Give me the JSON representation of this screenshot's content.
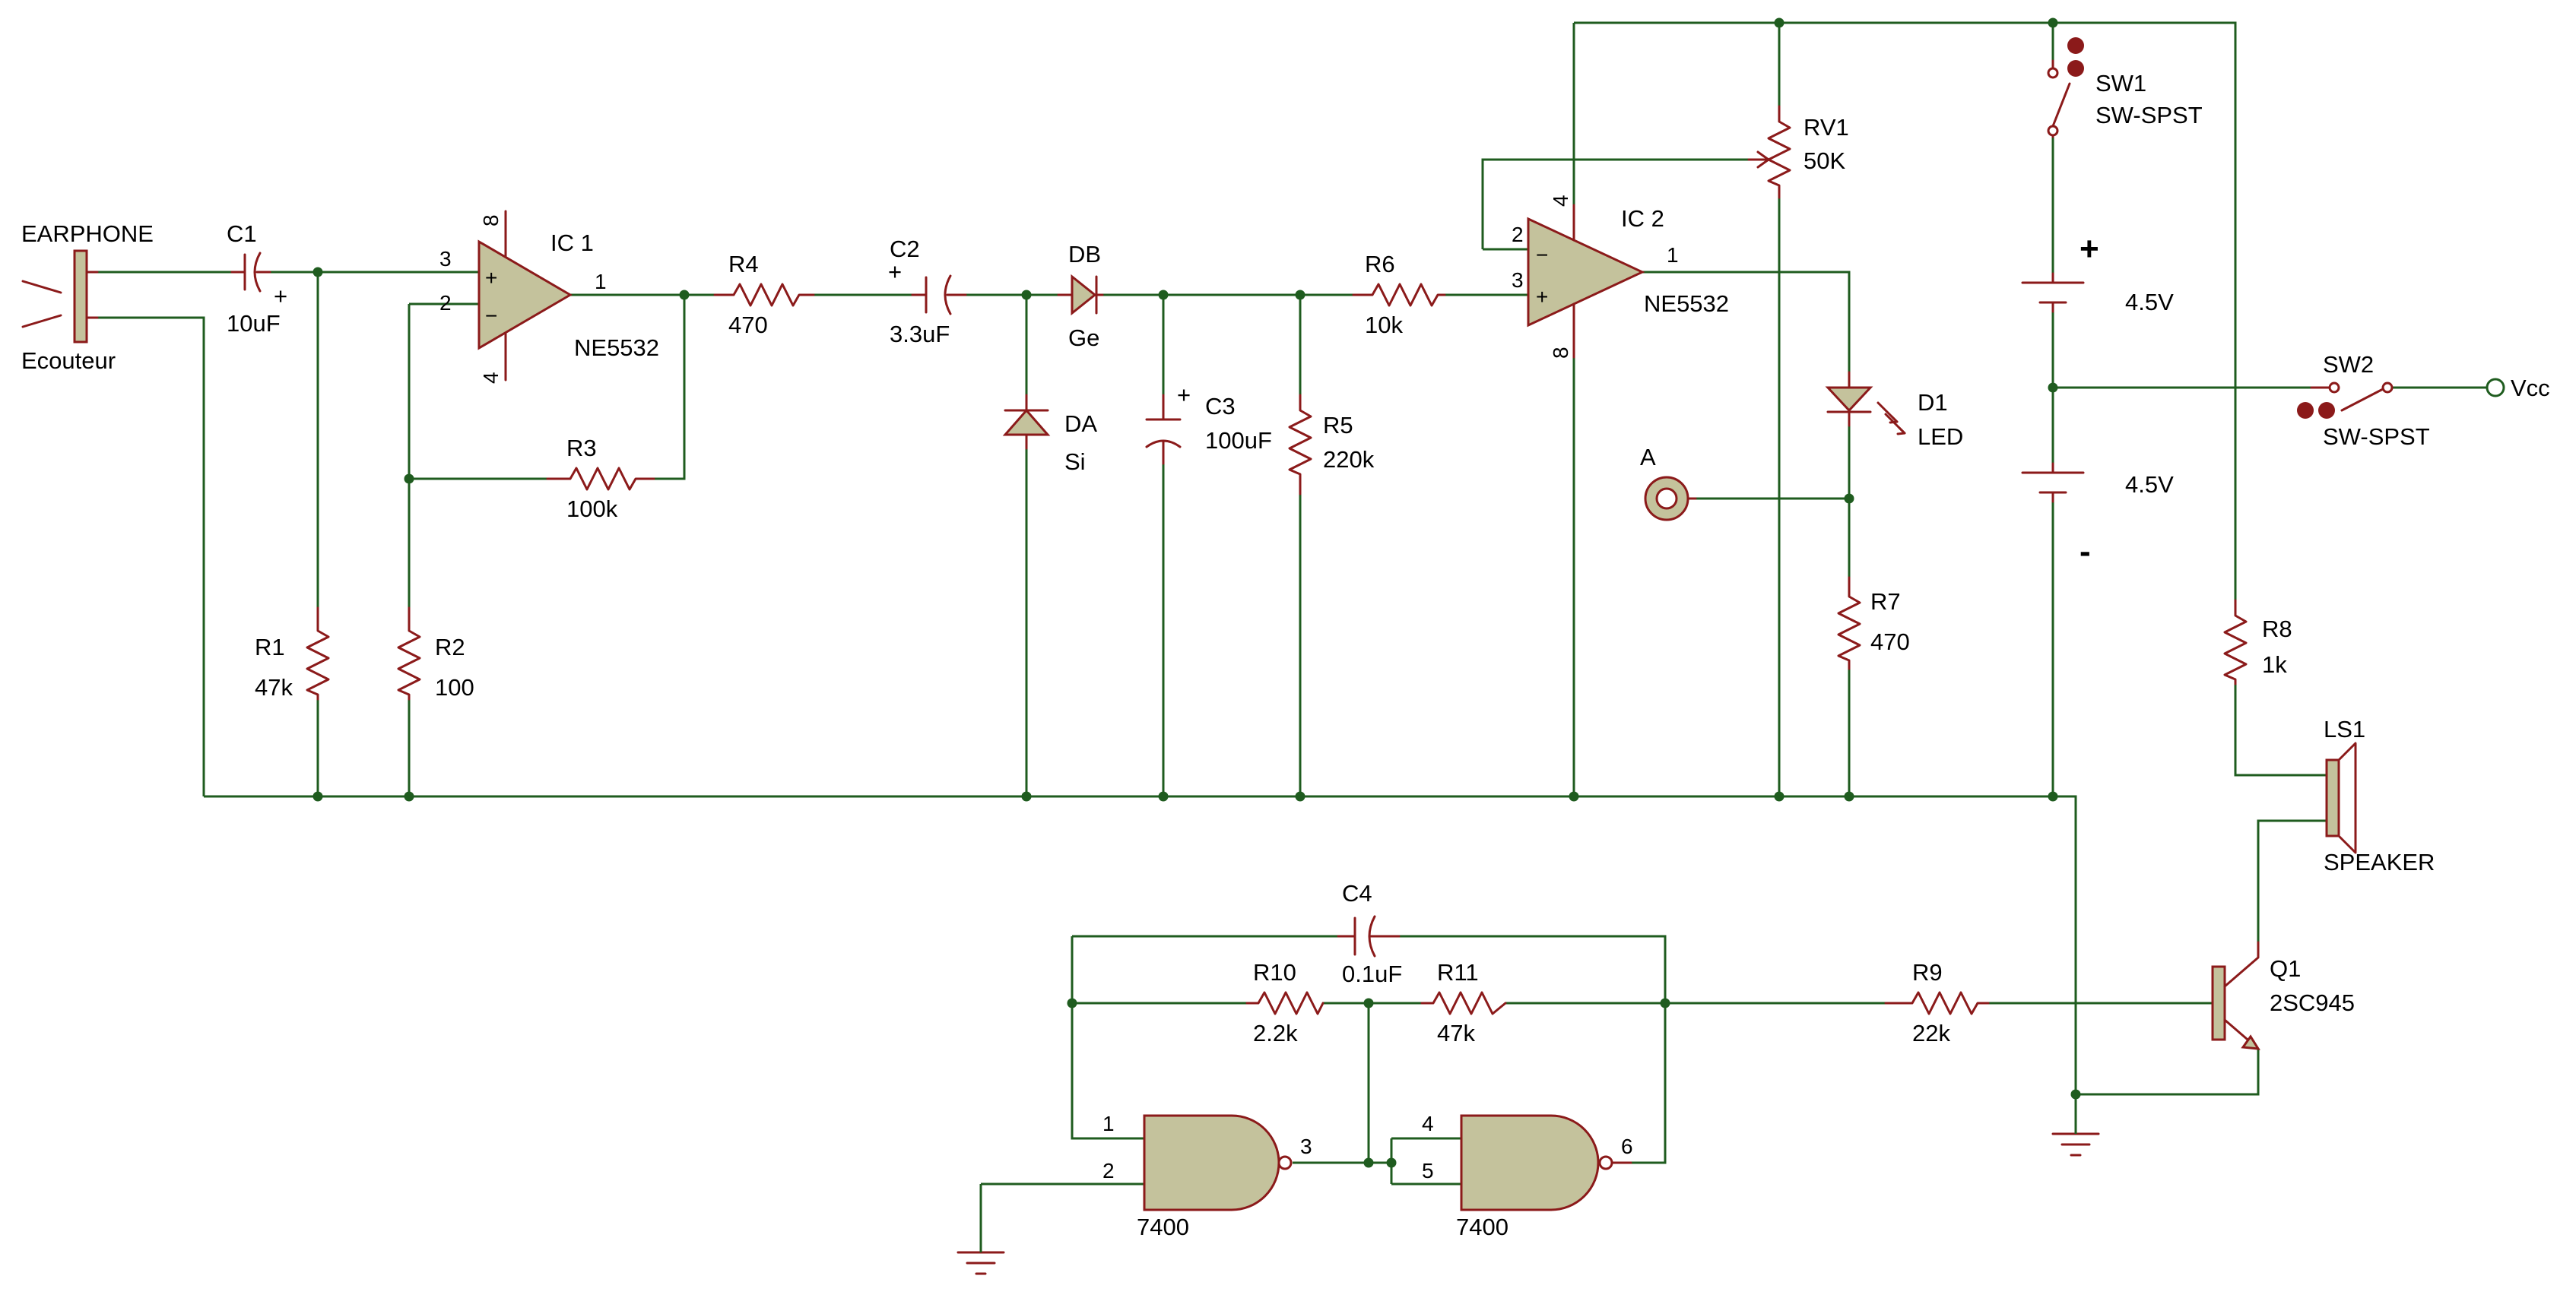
{
  "colors": {
    "wire": "#1f5c1f",
    "component": "#8b1a1a",
    "body_fill": "#c4c29c",
    "background": "#ffffff"
  },
  "labels": {
    "earphone_ref": "EARPHONE",
    "earphone_val": "Ecouteur",
    "c1_ref": "C1",
    "c1_val": "10uF",
    "ic1_ref": "IC 1",
    "ic1_val": "NE5532",
    "r1_ref": "R1",
    "r1_val": "47k",
    "r2_ref": "R2",
    "r2_val": "100",
    "r3_ref": "R3",
    "r3_val": "100k",
    "r4_ref": "R4",
    "r4_val": "470",
    "c2_ref": "C2",
    "c2_val": "3.3uF",
    "db_ref": "DB",
    "db_val": "Ge",
    "da_ref": "DA",
    "da_val": "Si",
    "c3_ref": "C3",
    "c3_val": "100uF",
    "r5_ref": "R5",
    "r5_val": "220k",
    "r6_ref": "R6",
    "r6_val": "10k",
    "ic2_ref": "IC 2",
    "ic2_val": "NE5532",
    "rv1_ref": "RV1",
    "rv1_val": "50K",
    "d1_ref": "D1",
    "d1_val": "LED",
    "r7_ref": "R7",
    "r7_val": "470",
    "test_point": "A",
    "sw1_ref": "SW1",
    "sw1_val": "SW-SPST",
    "sw2_ref": "SW2",
    "sw2_val": "SW-SPST",
    "vcc": "Vcc",
    "bat_top_val": "4.5V",
    "bat_bot_val": "4.5V",
    "plus": "+",
    "minus": "-",
    "r8_ref": "R8",
    "r8_val": "1k",
    "ls1_ref": "LS1",
    "ls1_val": "SPEAKER",
    "q1_ref": "Q1",
    "q1_val": "2SC945",
    "r9_ref": "R9",
    "r9_val": "22k",
    "c4_ref": "C4",
    "c4_val": "0.1uF",
    "r10_ref": "R10",
    "r10_val": "2.2k",
    "r11_ref": "R11",
    "r11_val": "47k",
    "u1_val": "7400",
    "u2_val": "7400",
    "cap_plus": "+"
  },
  "pins": {
    "ic1_p3": "3",
    "ic1_p2": "2",
    "ic1_p1": "1",
    "ic1_p8": "8",
    "ic1_p4": "4",
    "ic2_p2": "2",
    "ic2_p3": "3",
    "ic2_p1": "1",
    "ic2_p4": "4",
    "ic2_p8": "8",
    "u1_p1": "1",
    "u1_p2": "2",
    "u1_p3": "3",
    "u2_p4": "4",
    "u2_p5": "5",
    "u2_p6": "6",
    "op_plus": "+",
    "op_minus": "−"
  }
}
